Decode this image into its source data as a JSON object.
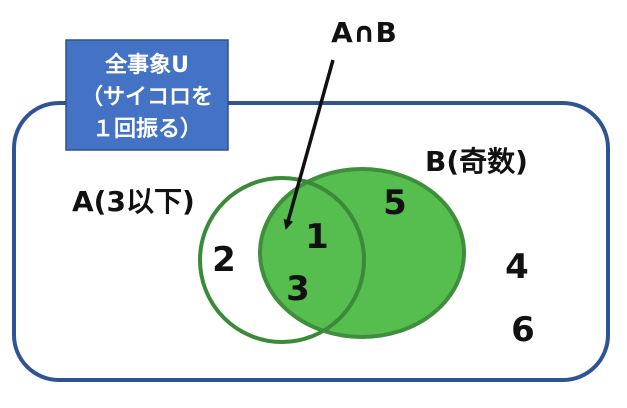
{
  "colors": {
    "universe_stroke": "#2F5496",
    "label_box_fill": "#4472C4",
    "label_box_stroke": "#2F528F",
    "set_a_stroke": "#3A8A3A",
    "set_b_fill": "#56BE4E",
    "set_b_stroke": "#3E8E3B",
    "arrow": "#111111",
    "text": "#111111",
    "label_text": "#ffffff"
  },
  "universe": {
    "label_lines": [
      "全事象U",
      "（サイコロを",
      "１回振る）"
    ]
  },
  "set_a": {
    "label": "A(3以下)"
  },
  "set_b": {
    "label": "B(奇数)"
  },
  "intersection_label": "A∩B",
  "elements": {
    "only_a": [
      "2"
    ],
    "both": [
      "1",
      "3"
    ],
    "only_b": [
      "5"
    ],
    "outside": [
      "4",
      "6"
    ]
  }
}
